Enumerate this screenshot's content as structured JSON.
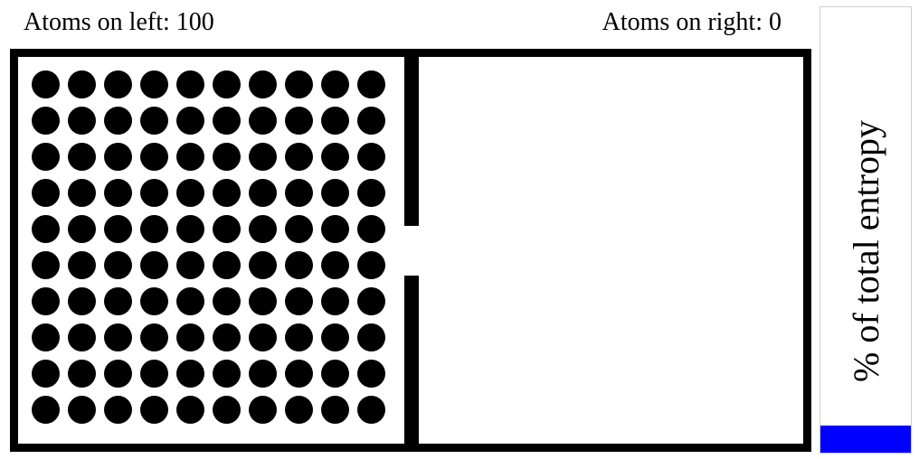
{
  "counters": {
    "left_label": "Atoms on left:",
    "left_count": 100,
    "right_label": "Atoms on right:",
    "right_count": 0
  },
  "simulation": {
    "atom_color": "#000000",
    "atom_grid": {
      "columns": 10,
      "rows": 10
    }
  },
  "entropy_meter": {
    "label": "% of total entropy",
    "fill_fraction": 0.06,
    "fill_color": "#0000ff"
  }
}
